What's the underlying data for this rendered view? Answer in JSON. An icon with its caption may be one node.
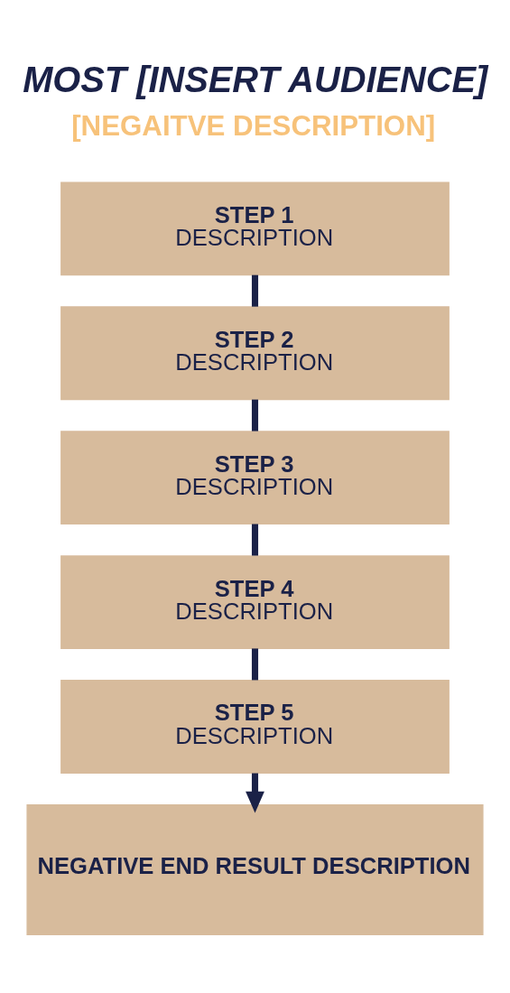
{
  "diagram": {
    "title": "MOST [INSERT AUDIENCE]",
    "nodes": [
      {
        "text": [
          "STEP 1",
          "DESCRIPTION"
        ]
      },
      {
        "text": [
          "STEP 2",
          "DESCRIPTION"
        ]
      },
      {
        "text": [
          "STEP 3",
          "DESCRIPTION"
        ]
      },
      {
        "text": [
          "STEP 4",
          "DESCRIPTION"
        ]
      },
      {
        "text": [
          "STEP 5",
          "DESCRIPTION"
        ]
      },
      {
        "text": [
          "NEGATIVE END RESULT DESCRIPTION"
        ]
      }
    ],
    "edges": [
      {
        "from": 0,
        "to": 1,
        "arrow": "none"
      },
      {
        "from": 1,
        "to": 2,
        "arrow": "none"
      },
      {
        "from": 2,
        "to": 3,
        "arrow": "none"
      },
      {
        "from": 3,
        "to": 4,
        "arrow": "none"
      },
      {
        "from": 4,
        "to": 5,
        "arrow": "to"
      }
    ],
    "labels": [
      "[NEGAITVE DESCRIPTION]"
    ]
  }
}
